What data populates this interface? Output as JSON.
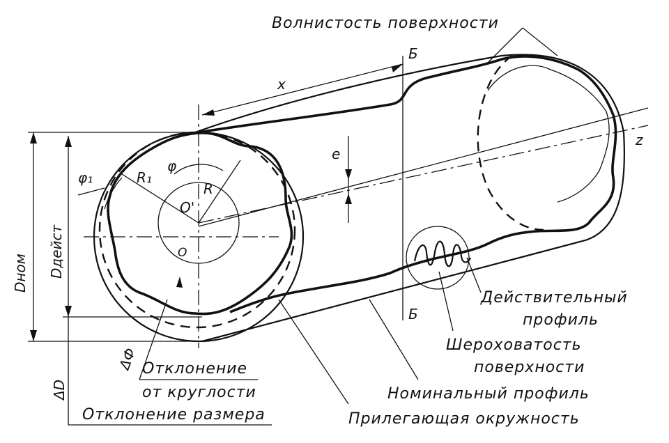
{
  "labels": {
    "surface_waviness": "Волнистость поверхности",
    "section_top": "Б",
    "section_bottom": "Б",
    "x": "x",
    "e": "e",
    "z": "z",
    "phi1": "φ₁",
    "phi": "φ",
    "R1": "R₁",
    "R": "R",
    "O_prime": "O'",
    "O": "O",
    "D_nom": "Dном",
    "D_actual": "Dдейст",
    "delta_D": "ΔD",
    "delta_F": "ΔФ",
    "roundness_dev_line1": "Отклонение",
    "roundness_dev_line2": "от круглости",
    "size_deviation": "Отклонение размера",
    "actual_profile_line1": "Действительный",
    "actual_profile_line2": "профиль",
    "roughness_line1": "Шероховатость",
    "roughness_line2": "поверхности",
    "nominal_profile": "Номинальный профиль",
    "adjacent_circle": "Прилегающая окружность"
  }
}
